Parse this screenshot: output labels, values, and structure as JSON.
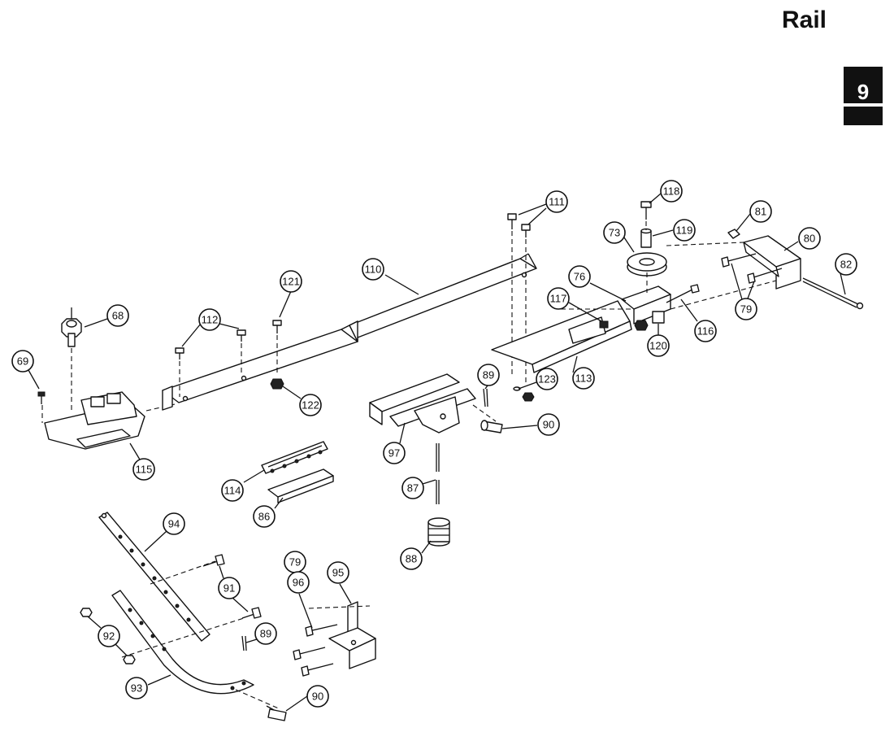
{
  "page": {
    "title": "Rail",
    "section_number": "9"
  },
  "callouts": {
    "c68": "68",
    "c69": "69",
    "c115": "115",
    "c112": "112",
    "c121": "121",
    "c110": "110",
    "c111": "111",
    "c122": "122",
    "c114": "114",
    "c86": "86",
    "c97": "97",
    "c87": "87",
    "c88": "88",
    "c89a": "89",
    "c90a": "90",
    "c123": "123",
    "c117": "117",
    "c76": "76",
    "c113": "113",
    "c73": "73",
    "c118": "118",
    "c119": "119",
    "c81": "81",
    "c80": "80",
    "c82": "82",
    "c79a": "79",
    "c116": "116",
    "c120": "120",
    "c94": "94",
    "c91": "91",
    "c92": "92",
    "c93": "93",
    "c79b": "79",
    "c96": "96",
    "c95": "95",
    "c89b": "89",
    "c90b": "90"
  }
}
